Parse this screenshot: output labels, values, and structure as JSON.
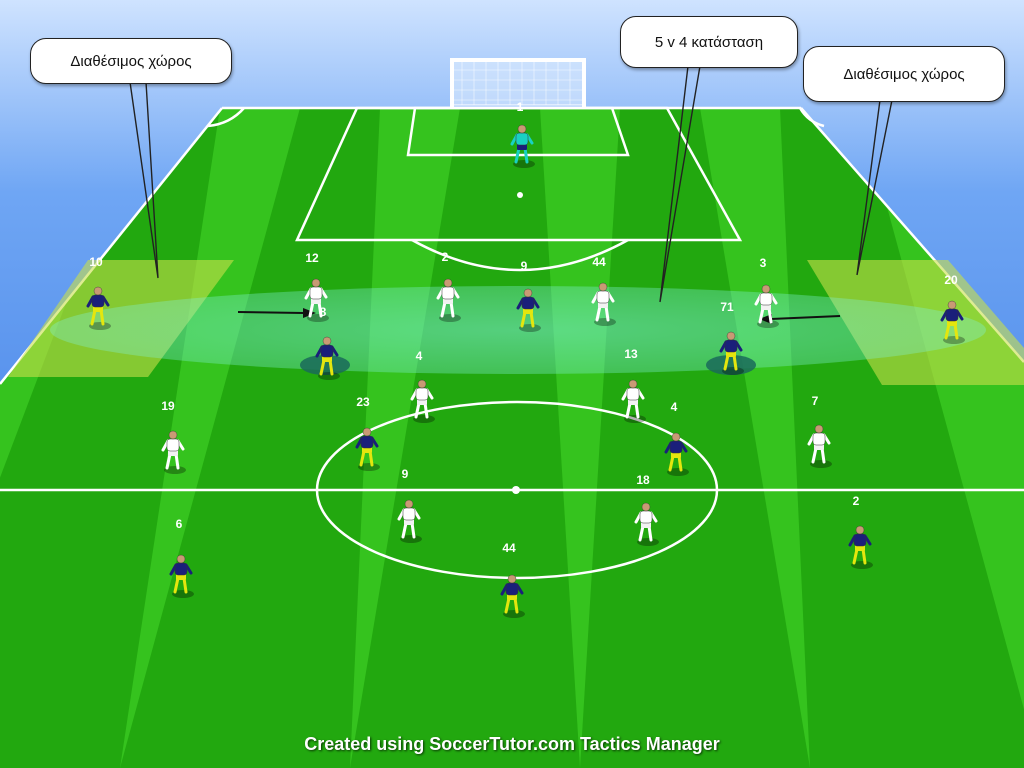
{
  "callouts": {
    "left": "Διαθέσιμος χώρος",
    "middle": "5 v 4 κατάσταση",
    "right": "Διαθέσιμος χώρος"
  },
  "footer": "Created using SoccerTutor.com Tactics Manager",
  "colors": {
    "sky": "#4a8ef0",
    "pitch_light": "#35c31e",
    "pitch_dark": "#22a80f",
    "home_shirt": "#ffffff",
    "away_shirt": "#1a1f7a",
    "away_shorts": "#e4e60e",
    "goalkeeper": "#19d1c3",
    "zone": "#c8e04a",
    "overload_zone": "#6ee8c8"
  },
  "players": [
    {
      "id": "gk",
      "number": "1",
      "team": "goalkeeper"
    },
    {
      "id": "w12",
      "number": "12",
      "team": "white"
    },
    {
      "id": "w2",
      "number": "2",
      "team": "white"
    },
    {
      "id": "w44a",
      "number": "44",
      "team": "white"
    },
    {
      "id": "w3",
      "number": "3",
      "team": "white"
    },
    {
      "id": "w4a",
      "number": "4",
      "team": "white"
    },
    {
      "id": "w13",
      "number": "13",
      "team": "white"
    },
    {
      "id": "w19",
      "number": "19",
      "team": "white"
    },
    {
      "id": "w7",
      "number": "7",
      "team": "white"
    },
    {
      "id": "w9b",
      "number": "9",
      "team": "white"
    },
    {
      "id": "w18",
      "number": "18",
      "team": "white"
    },
    {
      "id": "b10",
      "number": "10",
      "team": "blue"
    },
    {
      "id": "b9",
      "number": "9",
      "team": "blue"
    },
    {
      "id": "b20",
      "number": "20",
      "team": "blue"
    },
    {
      "id": "b8",
      "number": "8",
      "team": "blue"
    },
    {
      "id": "b71",
      "number": "71",
      "team": "blue"
    },
    {
      "id": "b23",
      "number": "23",
      "team": "blue"
    },
    {
      "id": "b4b",
      "number": "4",
      "team": "blue"
    },
    {
      "id": "b6",
      "number": "6",
      "team": "blue"
    },
    {
      "id": "b44b",
      "number": "44",
      "team": "blue"
    },
    {
      "id": "b2b",
      "number": "2",
      "team": "blue"
    }
  ]
}
